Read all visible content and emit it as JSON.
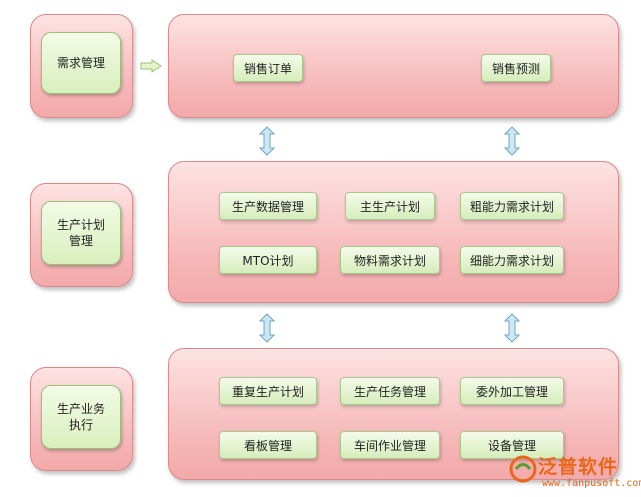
{
  "left_panels": [
    {
      "label": "需求管理"
    },
    {
      "label": "生产计划\n管理"
    },
    {
      "label": "生产业务\n执行"
    }
  ],
  "sales_row": [
    {
      "label": "销售订单"
    },
    {
      "label": "销售预测"
    }
  ],
  "planning_rows": [
    {
      "label": "生产数据管理"
    },
    {
      "label": "主生产计划"
    },
    {
      "label": "粗能力需求计划"
    },
    {
      "label": "MTO计划"
    },
    {
      "label": "物料需求计划"
    },
    {
      "label": "细能力需求计划"
    }
  ],
  "execution_rows": [
    {
      "label": "重复生产计划"
    },
    {
      "label": "生产任务管理"
    },
    {
      "label": "委外加工管理"
    },
    {
      "label": "看板管理"
    },
    {
      "label": "车间作业管理"
    },
    {
      "label": "设备管理"
    }
  ],
  "brand": {
    "name": "泛普软件",
    "url": "www.fanpusoft.com"
  },
  "colors": {
    "outer_fill": "#f6b7b7",
    "inner_fill": "#d9efbd",
    "arrow_fill": "#cfe6f3",
    "brand": "#e8671a"
  }
}
